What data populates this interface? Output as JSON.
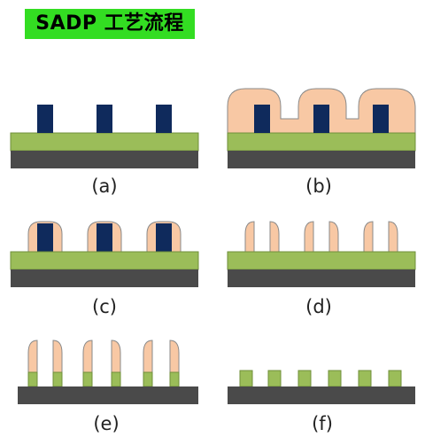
{
  "title": "SADP 工艺流程",
  "colors": {
    "title_bg": "#33dd22",
    "substrate": "#4a4a4a",
    "hard_mask": "#9bbd59",
    "mandrel": "#0f2a5c",
    "spacer": "#f8c8a4",
    "outline": "#8a8a8a"
  },
  "panels": [
    {
      "label": "(a)",
      "step": "mandrel"
    },
    {
      "label": "(b)",
      "step": "spacer-deposition"
    },
    {
      "label": "(c)",
      "step": "spacer-etch"
    },
    {
      "label": "(d)",
      "step": "mandrel-removal"
    },
    {
      "label": "(e)",
      "step": "pattern-transfer"
    },
    {
      "label": "(f)",
      "step": "final-lines"
    }
  ]
}
